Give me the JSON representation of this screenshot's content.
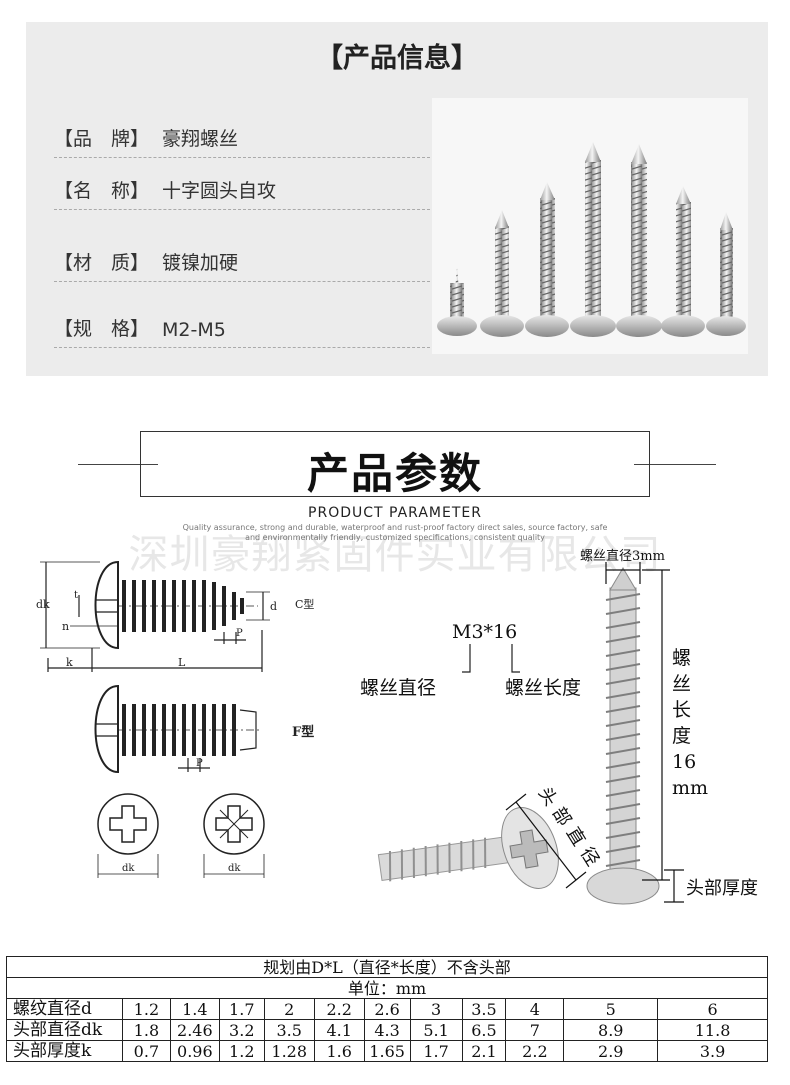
{
  "info": {
    "title": "【产品信息】",
    "rows": [
      {
        "label": "【品　牌】",
        "value": "豪翔螺丝"
      },
      {
        "label": "【名　称】",
        "value": "十字圆头自攻"
      },
      {
        "label": "【材　质】",
        "value": "镀镍加硬"
      },
      {
        "label": "【规　格】",
        "value": "M2-M5"
      }
    ]
  },
  "params": {
    "title": "产品参数",
    "subtitle": "PRODUCT PARAMETER",
    "tagline_1": "Quality assurance, strong and durable, waterproof and rust-proof factory direct sales, source factory, safe",
    "tagline_2": "and environmentally friendly, customized specifications, consistent quality",
    "watermark": "深圳豪翔紧固件实业有限公司"
  },
  "drawing": {
    "type_c": "C型",
    "type_f": "F型",
    "dk": "dk",
    "d": "d",
    "n": "n",
    "k": "k",
    "l": "L",
    "p": "P",
    "t": "t",
    "model": "M3*16",
    "diameter_label": "螺丝直径",
    "length_label": "螺丝长度",
    "top_diameter": "螺丝直径3mm",
    "side_length": [
      "螺",
      "丝",
      "长",
      "度",
      "16",
      "mm"
    ],
    "head_diameter": [
      "头",
      "部",
      "直",
      "径"
    ],
    "head_thickness": "头部厚度"
  },
  "table": {
    "caption": "规划由D*L（直径*长度）不含头部",
    "unit": "单位：mm",
    "rows": [
      {
        "label": "螺纹直径d",
        "values": [
          "1.2",
          "1.4",
          "1.7",
          "2",
          "2.2",
          "2.6",
          "3",
          "3.5",
          "4",
          "5",
          "6"
        ]
      },
      {
        "label": "头部直径dk",
        "values": [
          "1.8",
          "2.46",
          "3.2",
          "3.5",
          "4.1",
          "4.3",
          "5.1",
          "6.5",
          "7",
          "8.9",
          "11.8"
        ]
      },
      {
        "label": "头部厚度k",
        "values": [
          "0.7",
          "0.96",
          "1.2",
          "1.28",
          "1.6",
          "1.65",
          "1.7",
          "2.1",
          "2.2",
          "2.9",
          "3.9"
        ]
      }
    ]
  }
}
